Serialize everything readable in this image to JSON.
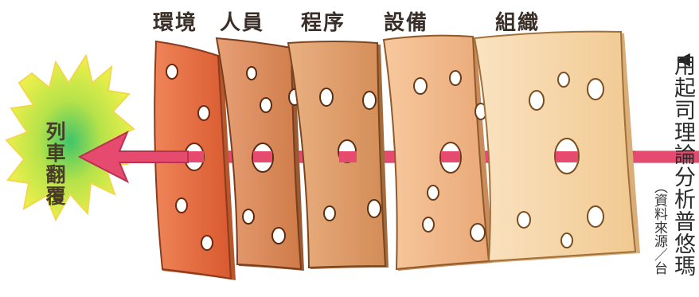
{
  "layers": [
    "環境",
    "人員",
    "程序",
    "設備",
    "組織"
  ],
  "outcome_label": "列車翻覆",
  "caption": "用起司理論分析普悠瑪",
  "source_note": "（資料來源／台",
  "arrow_glyph": "◀",
  "colors": {
    "slice_1": "#e0673a",
    "slice_2": "#d98552",
    "slice_3": "#de9560",
    "slice_4": "#f0b585",
    "slice_5": "#f5d6ac",
    "arrow": "#e64a6e",
    "burst_center": "#3fc46a",
    "burst_edge": "#f4f24a"
  }
}
